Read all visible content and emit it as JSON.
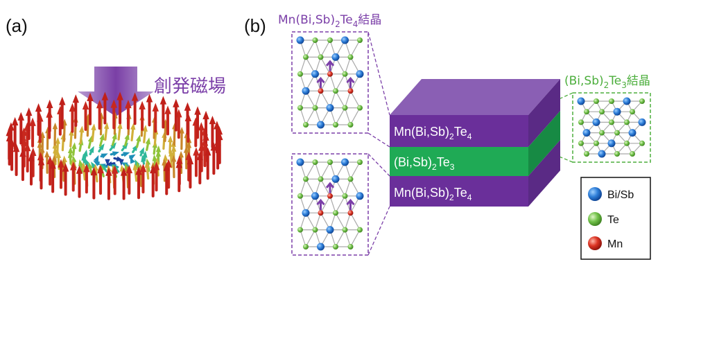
{
  "panel_a": {
    "label": "(a)",
    "field_label": "創発磁場"
  },
  "panel_b": {
    "label": "(b)",
    "crystal_top_label": {
      "pre": "Mn(Bi,Sb)",
      "sub1": "2",
      "mid": "Te",
      "sub2": "4",
      "post": "結晶"
    },
    "crystal_right_label": {
      "pre": "(Bi,Sb)",
      "sub1": "2",
      "mid": "Te",
      "sub2": "3",
      "post": "結晶"
    },
    "layers": [
      {
        "pre": "Mn(Bi,Sb)",
        "sub1": "2",
        "mid": "Te",
        "sub2": "4",
        "color": "#6a2f9a"
      },
      {
        "pre": "(Bi,Sb)",
        "sub1": "2",
        "mid": "Te",
        "sub2": "3",
        "color": "#1faa55"
      },
      {
        "pre": "Mn(Bi,Sb)",
        "sub1": "2",
        "mid": "Te",
        "sub2": "4",
        "color": "#6a2f9a"
      }
    ],
    "legend": [
      {
        "label": "Bi/Sb",
        "color": "#1f6fcf"
      },
      {
        "label": "Te",
        "color": "#6abf3a"
      },
      {
        "label": "Mn",
        "color": "#d2281e"
      }
    ]
  },
  "colors": {
    "purple": "#6a2f9a",
    "purple_text": "#7b3fa8",
    "green": "#1faa55",
    "green_text": "#4cae3c",
    "arrow_red": "#c8281e"
  }
}
